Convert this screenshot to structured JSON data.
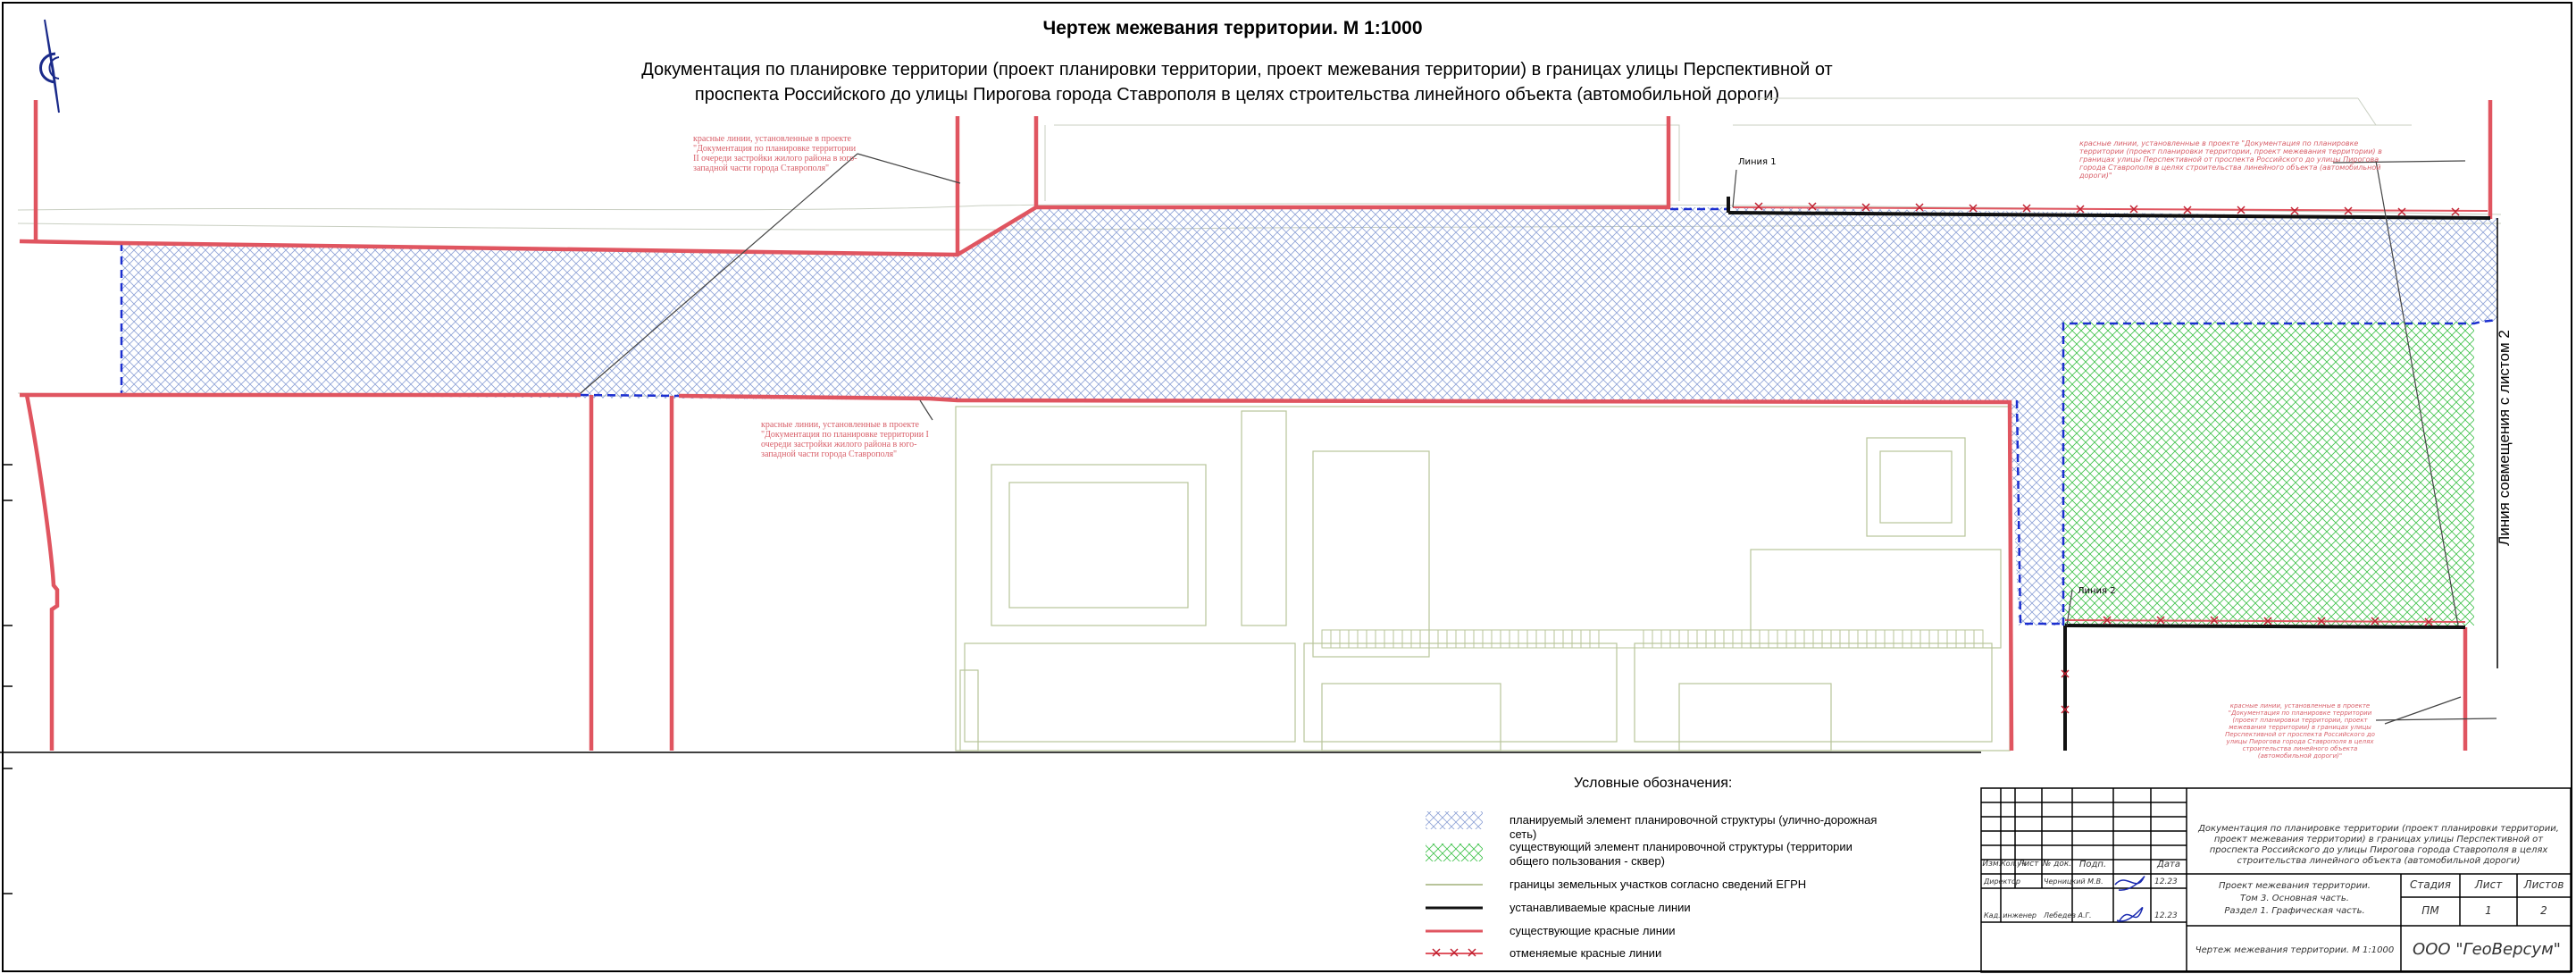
{
  "drawing": {
    "title": "Чертеж межевания территории. М 1:1000",
    "subtitle_line1": "Документация по планировке территории (проект планировки территории, проект межевания территории) в границах улицы Перспективной от",
    "subtitle_line2": "проспекта Российского до улицы Пирогова города Ставрополя в целях строительства линейного объекта (автомобильной дороги)",
    "side_label": "Линия совмещения с листом 2",
    "line_tag_1": "Линия 1",
    "line_tag_2": "Линия 2",
    "note_left_top": "красные линии, установленные в проекте \"Документация по планировке территории II очереди застройки жилого района в юго-западной части города Ставрополя\"",
    "note_left_bottom": "красные линии, установленные в проекте \"Документация по планировке территории I очереди застройки жилого района в юго-западной части города Ставрополя\"",
    "note_right_top": "красные линии, установленные в проекте \"Документация по планировке территории (проект планировки территории, проект межевания территории) в границах улицы Перспективной от проспекта Российского до улицы Пирогова города Ставрополя в целях строительства линейного объекта (автомобильной дороги)\"",
    "note_right_bottom": "красные линии, установленные в проекте \"Документация по планировке территории (проект планировки территории, проект межевания территории) в границах улицы Перспективной от проспекта Российского до улицы Пирогова города Ставрополя в целях строительства линейного объекта (автомобильной дороги)\""
  },
  "legend": {
    "title": "Условные обозначения:",
    "items": [
      "планируемый элемент планировочной структуры (улично-дорожная сеть)",
      "существующий элемент планировочной структуры (территории общего пользования - сквер)",
      "границы земельных участков согласно сведений ЕГРН",
      "устанавливаемые красные линии",
      "существующие красные линии",
      "отменяемые красные линии"
    ]
  },
  "stamp": {
    "doc_title": "Документация по планировке территории (проект планировки территории, проект межевания территории) в границах улицы Перспективной от проспекта Российского до улицы Пирогова города Ставрополя в целях строительства линейного объекта (автомобильной дороги)",
    "headers": [
      "Изм.",
      "Кол.уч",
      "Лист",
      "№ док.",
      "Подп.",
      "Дата"
    ],
    "row1_role": "Директор",
    "row1_name": "Черницкий М.В.",
    "row1_date": "12.23",
    "row2_role": "Кад. инженер",
    "row2_name": "Лебедев А.Г.",
    "row2_date": "12.23",
    "sheet_title_1": "Проект межевания территории.",
    "sheet_title_2": "Том 3. Основная часть.",
    "sheet_title_3": "Раздел 1. Графическая часть.",
    "stage_header": "Стадия",
    "sheet_header": "Лист",
    "sheets_header": "Листов",
    "stage_value": "ПМ",
    "sheet_value": "1",
    "sheets_value": "2",
    "drawing_name": "Чертеж межевания территории. М 1:1000",
    "company": "ООО \"ГеоВерсум\""
  },
  "colors": {
    "red_line": "#e05560",
    "black_line": "#111111",
    "blue_hatch": "#7a8fc8",
    "green_hatch": "#3fc24a",
    "blue_dash": "#1c2fd0",
    "cadastral": "#b8c49a"
  },
  "icons": {
    "north_arrow": "north-arrow-icon"
  }
}
